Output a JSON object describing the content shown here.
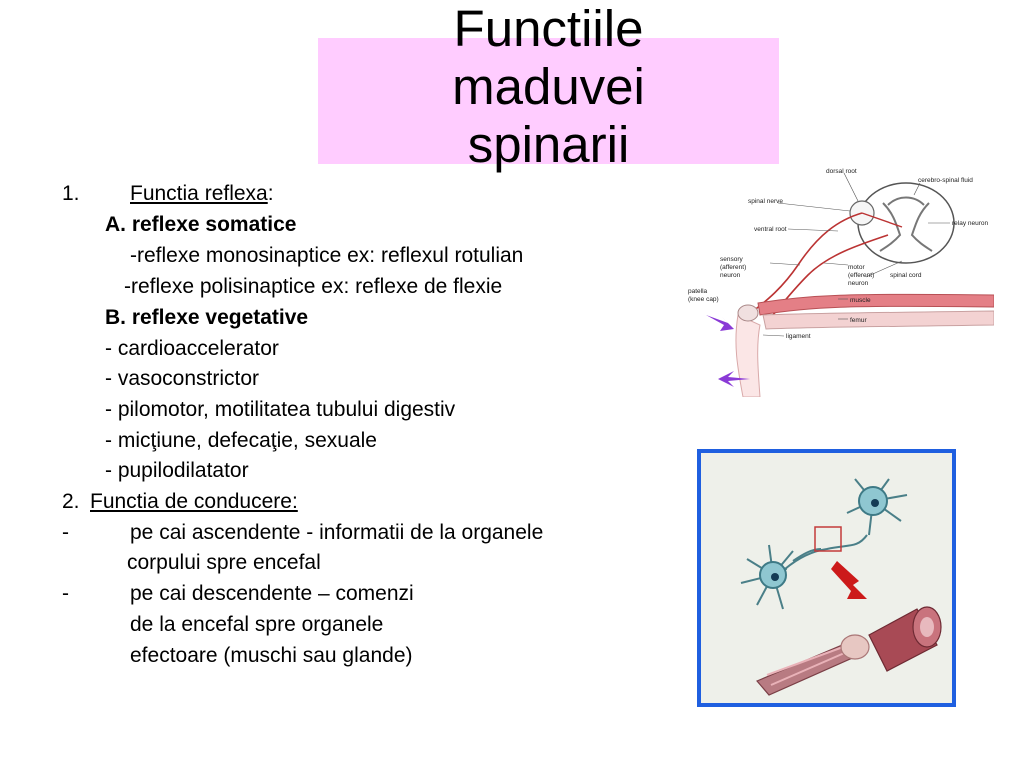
{
  "slide": {
    "title": {
      "line1": "Functiile",
      "line2": "maduvei",
      "line3": "spinarii"
    },
    "body": {
      "item1_number": "1.",
      "item1_heading": "Functia reflexa",
      "item1_colon": ":",
      "sub_a_heading": "A. reflexe somatice",
      "sub_a_line1": "-reflexe monosinaptice ex: reflexul rotulian",
      "sub_a_line2": "-reflexe polisinaptice ex: reflexe de flexie",
      "sub_b_heading": "B. reflexe vegetative",
      "sub_b_items": [
        "- cardioaccelerator",
        "- vasoconstrictor",
        "- pilomotor, motilitatea tubului digestiv",
        "- micţiune, defecaţie, sexuale",
        "- pupilodilatator"
      ],
      "item2_number": "2.",
      "item2_heading": "Functia de conducere:",
      "item2_bullet1_dash": "-",
      "item2_bullet1_line1": "pe cai ascendente - informatii de la organele",
      "item2_bullet1_line2": "corpului spre encefal",
      "item2_bullet2_dash": "-",
      "item2_bullet2_line1": "pe cai descendente – comenzi",
      "item2_bullet2_line2": "de la encefal spre organele",
      "item2_bullet2_line3": "efectoare (muschi sau glande)"
    },
    "figure_reflex_arc": {
      "labels": {
        "dorsal_root": "dorsal root",
        "csf": "cerebro-spinal fluid",
        "spinal_nerve": "spinal nerve",
        "ventral_root": "ventral root",
        "relay_neuron": "relay neuron",
        "sensory1": "sensory",
        "sensory2": "(afferent)",
        "sensory3": "neuron",
        "motor1": "motor",
        "motor2": "(efferent)",
        "motor3": "neuron",
        "spinal_cord": "spinal cord",
        "patella1": "patella",
        "patella2": "(knee cap)",
        "muscle": "muscle",
        "femur": "femur",
        "ligament": "ligament"
      }
    },
    "colors": {
      "title_bg": "#ffccff",
      "frame_blue": "#1f5fe0",
      "arrow_purple": "#8a3ad6",
      "arrow_red": "#cc1a1a"
    }
  }
}
